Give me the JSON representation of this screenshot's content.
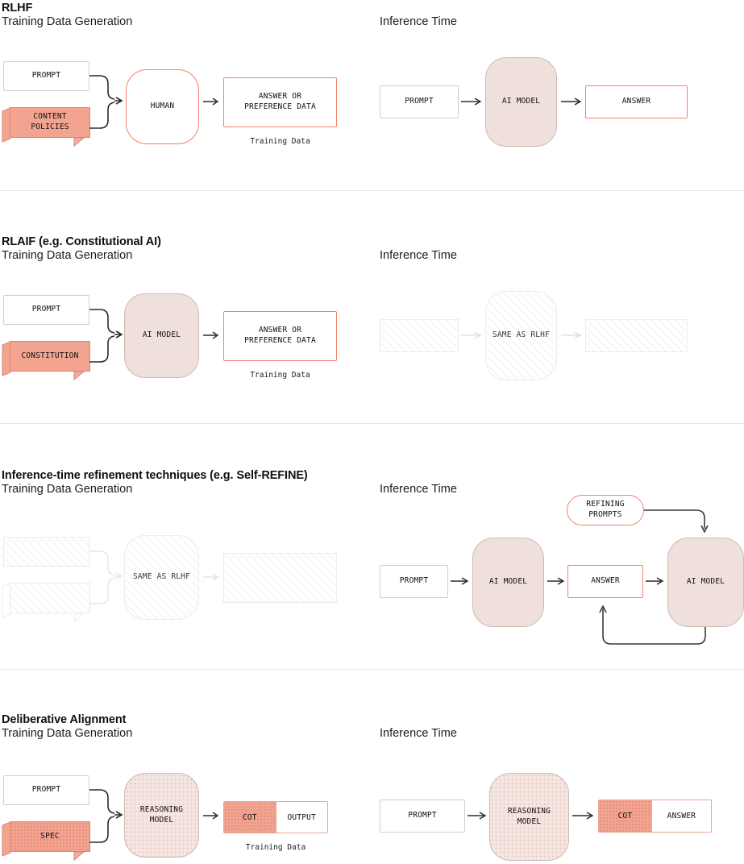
{
  "sections": [
    {
      "title": "RLHF",
      "subtitle": "Training Data Generation",
      "right_heading": "Inference Time",
      "left": {
        "prompt": "PROMPT",
        "doc": "CONTENT\nPOLICIES",
        "processor": "HUMAN",
        "output": "ANSWER OR\nPREFERENCE DATA",
        "caption": "Training Data"
      },
      "right": {
        "prompt": "PROMPT",
        "model": "AI MODEL",
        "answer": "ANSWER"
      }
    },
    {
      "title": "RLAIF (e.g. Constitutional AI)",
      "subtitle": "Training Data Generation",
      "right_heading": "Inference Time",
      "left": {
        "prompt": "PROMPT",
        "doc": "CONSTITUTION",
        "processor": "AI MODEL",
        "output": "ANSWER OR\nPREFERENCE DATA",
        "caption": "Training Data"
      },
      "right": {
        "ghost_label": "SAME AS RLHF"
      }
    },
    {
      "title": "Inference-time refinement techniques (e.g. Self-REFINE)",
      "subtitle": "Training Data Generation",
      "right_heading": "Inference Time",
      "left": {
        "ghost_label": "SAME AS RLHF"
      },
      "right": {
        "prompt": "PROMPT",
        "model_1": "AI MODEL",
        "answer": "ANSWER",
        "model_2": "AI MODEL",
        "refining": "REFINING\nPROMPTS"
      }
    },
    {
      "title": "Deliberative Alignment",
      "subtitle": "Training Data Generation",
      "right_heading": "Inference Time",
      "left": {
        "prompt": "PROMPT",
        "doc": "SPEC",
        "processor": "REASONING\nMODEL",
        "split_a": "COT",
        "split_b": "OUTPUT",
        "caption": "Training Data"
      },
      "right": {
        "prompt": "PROMPT",
        "processor": "REASONING\nMODEL",
        "split_a": "COT",
        "split_b": "ANSWER"
      }
    }
  ],
  "colors": {
    "accent": "#f4816a",
    "doc_fill": "#f2a491",
    "model_fill": "#efe0dc",
    "ghost_line": "#f1f1f1",
    "divider": "#e8e8e8",
    "arrow": "#2b2b2b"
  }
}
